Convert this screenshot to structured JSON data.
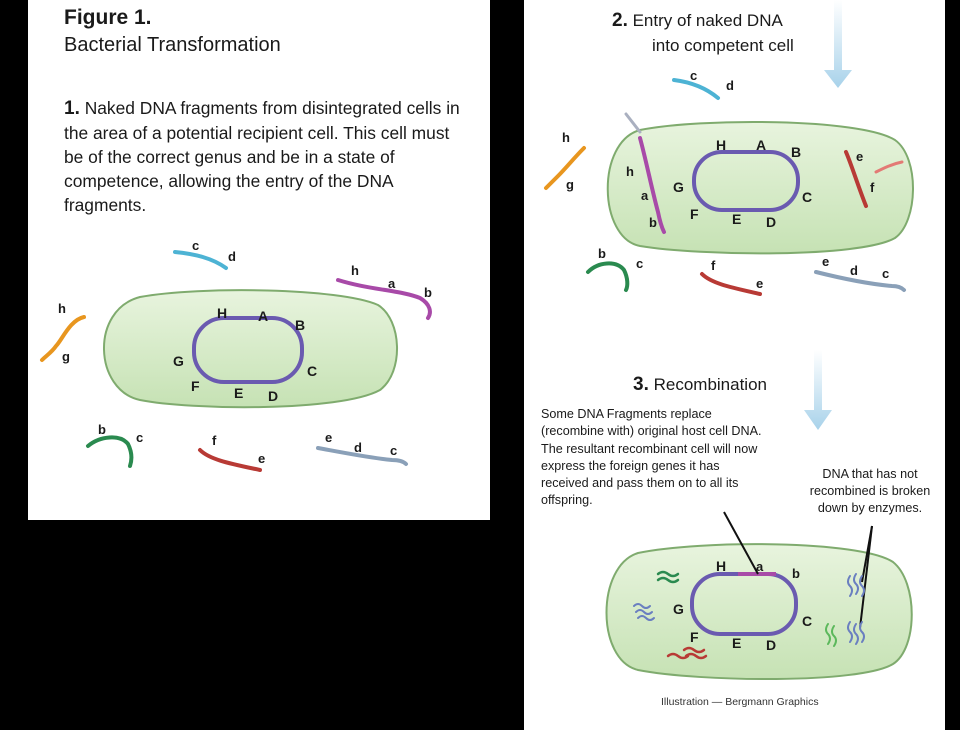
{
  "figure": {
    "title": "Figure 1.",
    "subtitle": "Bacterial Transformation"
  },
  "step1": {
    "number": "1.",
    "text": "Naked DNA fragments from disintegrated cells in the area of a potential recipient cell. This cell must be of the correct genus and be in a state of competence, allowing the entry of the DNA fragments."
  },
  "step2": {
    "number": "2.",
    "line1": "Entry of naked DNA",
    "line2": "into competent cell"
  },
  "step3": {
    "number": "3.",
    "label": "Recombination",
    "note_left": "Some DNA Fragments replace (recombine with) original host cell DNA. The resultant recombinant cell will now express the foreign genes it has received and pass them on to all its offspring.",
    "note_right": "DNA that has not recombined is broken down by enzymes."
  },
  "credit": "Illustration — Bergmann Graphics",
  "genes": {
    "H": "H",
    "A": "A",
    "B": "B",
    "C": "C",
    "D": "D",
    "E": "E",
    "F": "F",
    "G": "G"
  },
  "fragments": {
    "a": "a",
    "b": "b",
    "c": "c",
    "d": "d",
    "e": "e",
    "f": "f",
    "g": "g",
    "h": "h"
  },
  "colors": {
    "cell_fill": "#d4ebc6",
    "cell_stroke": "#7fab6e",
    "chromosome": "#6a5ab0",
    "frag_cd": "#4db3d4",
    "frag_hab": "#a84aa8",
    "frag_hg": "#e8961f",
    "frag_bc": "#2a8a4f",
    "frag_fe": "#b83a35",
    "frag_edc": "#8aa0b8",
    "arrow": "#a8d2ea"
  }
}
